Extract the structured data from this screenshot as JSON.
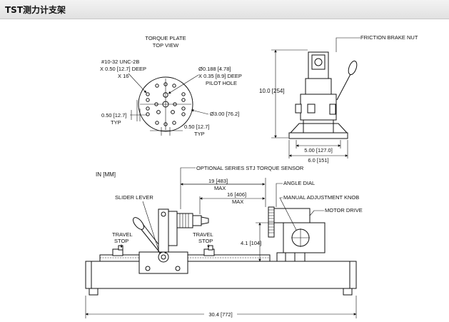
{
  "header": {
    "title": "TST测力计支架"
  },
  "torque_plate": {
    "title_line1": "TORQUE PLATE",
    "title_line2": "TOP VIEW",
    "thread_line1": "#10-32 UNC-2B",
    "thread_line2": "X 0.50 [12.7] DEEP",
    "thread_line3": "X 16",
    "pilot_line1": "Ø0.188 [4.78]",
    "pilot_line2": "X 0.35 [8.9] DEEP",
    "pilot_line3": "PILOT HOLE",
    "diameter": "Ø3.00 [76.2]",
    "spacing_left_line1": "0.50 [12.7]",
    "spacing_left_line2": "TYP",
    "spacing_right_line1": "0.50 [12.7]",
    "spacing_right_line2": "TYP"
  },
  "side_view": {
    "friction_brake_nut": "FRICTION BRAKE NUT",
    "height": "10.0 [254]",
    "base_inner_width": "5.00 [127.0]",
    "base_width": "6.0 [151]"
  },
  "front_view": {
    "units": "IN [MM]",
    "optional_sensor": "OPTIONAL SERIES STJ TORQUE SENSOR",
    "max_travel_1_line1": "19 [483]",
    "max_travel_1_line2": "MAX",
    "max_travel_2_line1": "16 [406]",
    "max_travel_2_line2": "MAX",
    "angle_dial": "ANGLE DIAL",
    "manual_knob": "MANUAL ADJUSTMENT KNOB",
    "motor_drive": "MOTOR DRIVE",
    "slider_lever": "SLIDER LEVER",
    "travel_stop_left_line1": "TRAVEL",
    "travel_stop_left_line2": "STOP",
    "travel_stop_right_line1": "TRAVEL",
    "travel_stop_right_line2": "STOP",
    "height": "4.1 [104]",
    "overall_length": "30.4 [772]"
  }
}
